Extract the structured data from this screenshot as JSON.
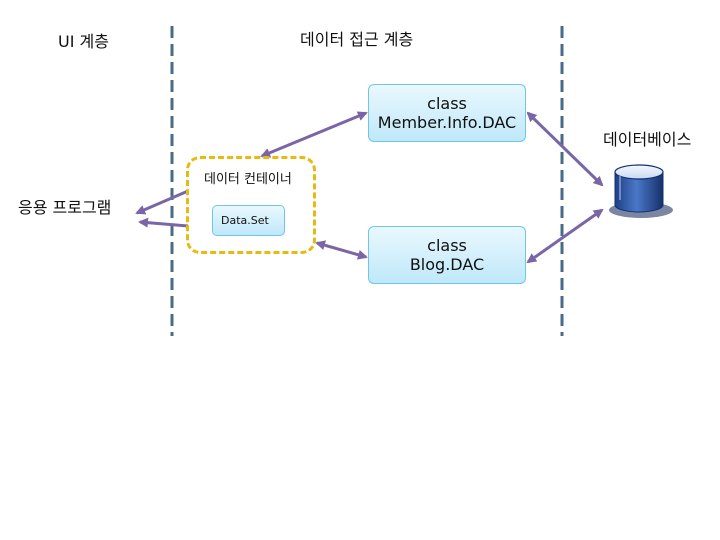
{
  "layers": {
    "ui_label": "UI 계층",
    "data_access_label": "데이터 접근 계층"
  },
  "app_label": "응용 프로그램",
  "container": {
    "label": "데이터 컨테이너",
    "dataset_label": "Data.Set"
  },
  "classes": {
    "member": {
      "line1": "class",
      "line2": "Member.Info.DAC"
    },
    "blog": {
      "line1": "class",
      "line2": "Blog.DAC"
    }
  },
  "database_label": "데이터베이스",
  "colors": {
    "divider": "#4a6b86",
    "arrow": "#7a66a6",
    "container_border": "#e8b90e",
    "box_border": "#6fc7e6",
    "database_fill": "#2e5aa8"
  }
}
